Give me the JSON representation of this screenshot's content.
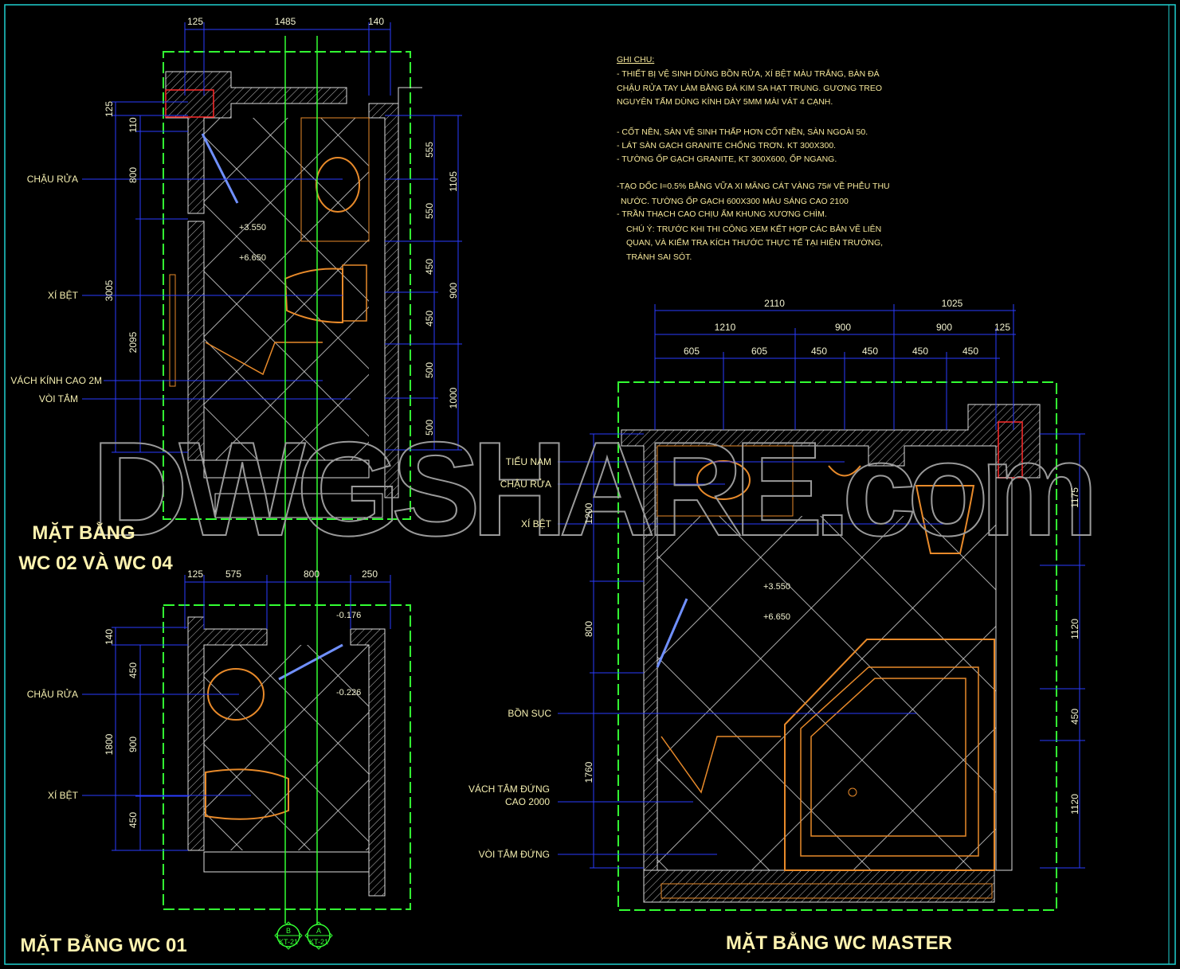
{
  "notes": {
    "heading": "GHI CHU:",
    "lines": [
      "- THIẾT BỊ VỆ SINH DÙNG BỒN RỬA, XÍ BỆT MÀU TRẮNG, BÀN ĐÁ",
      "CHẬU RỬA TAY LÀM BẰNG ĐÁ KIM SA HẠT TRUNG. GƯƠNG TREO",
      "NGUYÊN TẤM DÙNG KÍNH DÀY 5MM MÀI VÁT 4 CẠNH.",
      "- CỐT NỀN, SÀN VỆ SINH THẤP HƠN CỐT NỀN, SÀN NGOÀI 50.",
      "- LÁT SÀN GẠCH GRANITE CHỐNG TRƠN. KT 300X300.",
      "- TƯỜNG ỐP GẠCH GRANITE, KT 300X600, ỐP NGANG.",
      "-TẠO DỐC I=0.5% BẰNG VỮA XI MĂNG CÁT VÀNG 75# VỀ PHỄU THU",
      "NƯỚC. TƯỜNG ỐP  GẠCH 600X300 MÀU SÁNG CAO 2100",
      "- TRẦN THẠCH CAO CHỊU ẨM KHUNG XƯƠNG CHÌM.",
      "CHÚ Ý: TRƯỚC KHI THI CÔNG XEM KẾT HỢP CÁC BẢN VẼ LIÊN",
      "QUAN, VÀ KIỂM TRA KÍCH THƯỚC THỰC TẾ TẠI HIỆN TRƯỜNG,",
      "TRÁNH SAI SÓT."
    ]
  },
  "plan_wc02_04": {
    "title_line1": "MẶT BẰNG",
    "title_line2": "WC 02 VÀ WC 04",
    "top_dims": [
      "125",
      "1485",
      "140"
    ],
    "left_dims": [
      "125",
      "110",
      "800",
      "3005",
      "2095"
    ],
    "right_dims": [
      "555",
      "1105",
      "550",
      "450",
      "900",
      "450",
      "500",
      "1000",
      "500"
    ],
    "labels": [
      "CHẬU RỬA",
      "XÍ BỆT",
      "VÁCH KÍNH CAO 2M",
      "VÒI TẮM"
    ],
    "levels": [
      "+3.550",
      "+6.650"
    ]
  },
  "plan_wc01": {
    "title": "MẶT BẰNG WC 01",
    "top_dims": [
      "125",
      "575",
      "800",
      "250"
    ],
    "left_dims": [
      "140",
      "450",
      "1800",
      "900",
      "450"
    ],
    "labels": [
      "CHẬU RỬA",
      "XÍ BỆT"
    ],
    "levels": [
      "-0.176",
      "-0.226"
    ]
  },
  "plan_master": {
    "title": "MẶT BẰNG WC MASTER",
    "top_dims_row1": [
      "2110",
      "1025"
    ],
    "top_dims_row2": [
      "1210",
      "900",
      "900",
      "125"
    ],
    "top_dims_row3": [
      "605",
      "605",
      "450",
      "450",
      "450",
      "450"
    ],
    "left_dims": [
      "1200",
      "800",
      "1760"
    ],
    "right_dims": [
      "1175",
      "1120",
      "450",
      "1120"
    ],
    "labels": [
      "TIỂU NAM",
      "CHẬU RỬA",
      "XÍ BỆT",
      "BỒN SỤC",
      "VÁCH TẮM ĐỨNG",
      "CAO 2000",
      "VÒI TẮM ĐỨNG"
    ],
    "levels": [
      "+3.550",
      "+6.650"
    ]
  },
  "grid_bubbles": [
    {
      "letter": "B",
      "ref": "KT-21"
    },
    {
      "letter": "A",
      "ref": "KT-21"
    }
  ],
  "watermark": "DWGSHARE.com",
  "colors": {
    "dim": "#2a3cff",
    "boundary": "#33ff33",
    "fixture": "#e88a2a",
    "wall": "#bdbdbd",
    "text": "#f5efb0",
    "frame": "#1fd0d0"
  }
}
